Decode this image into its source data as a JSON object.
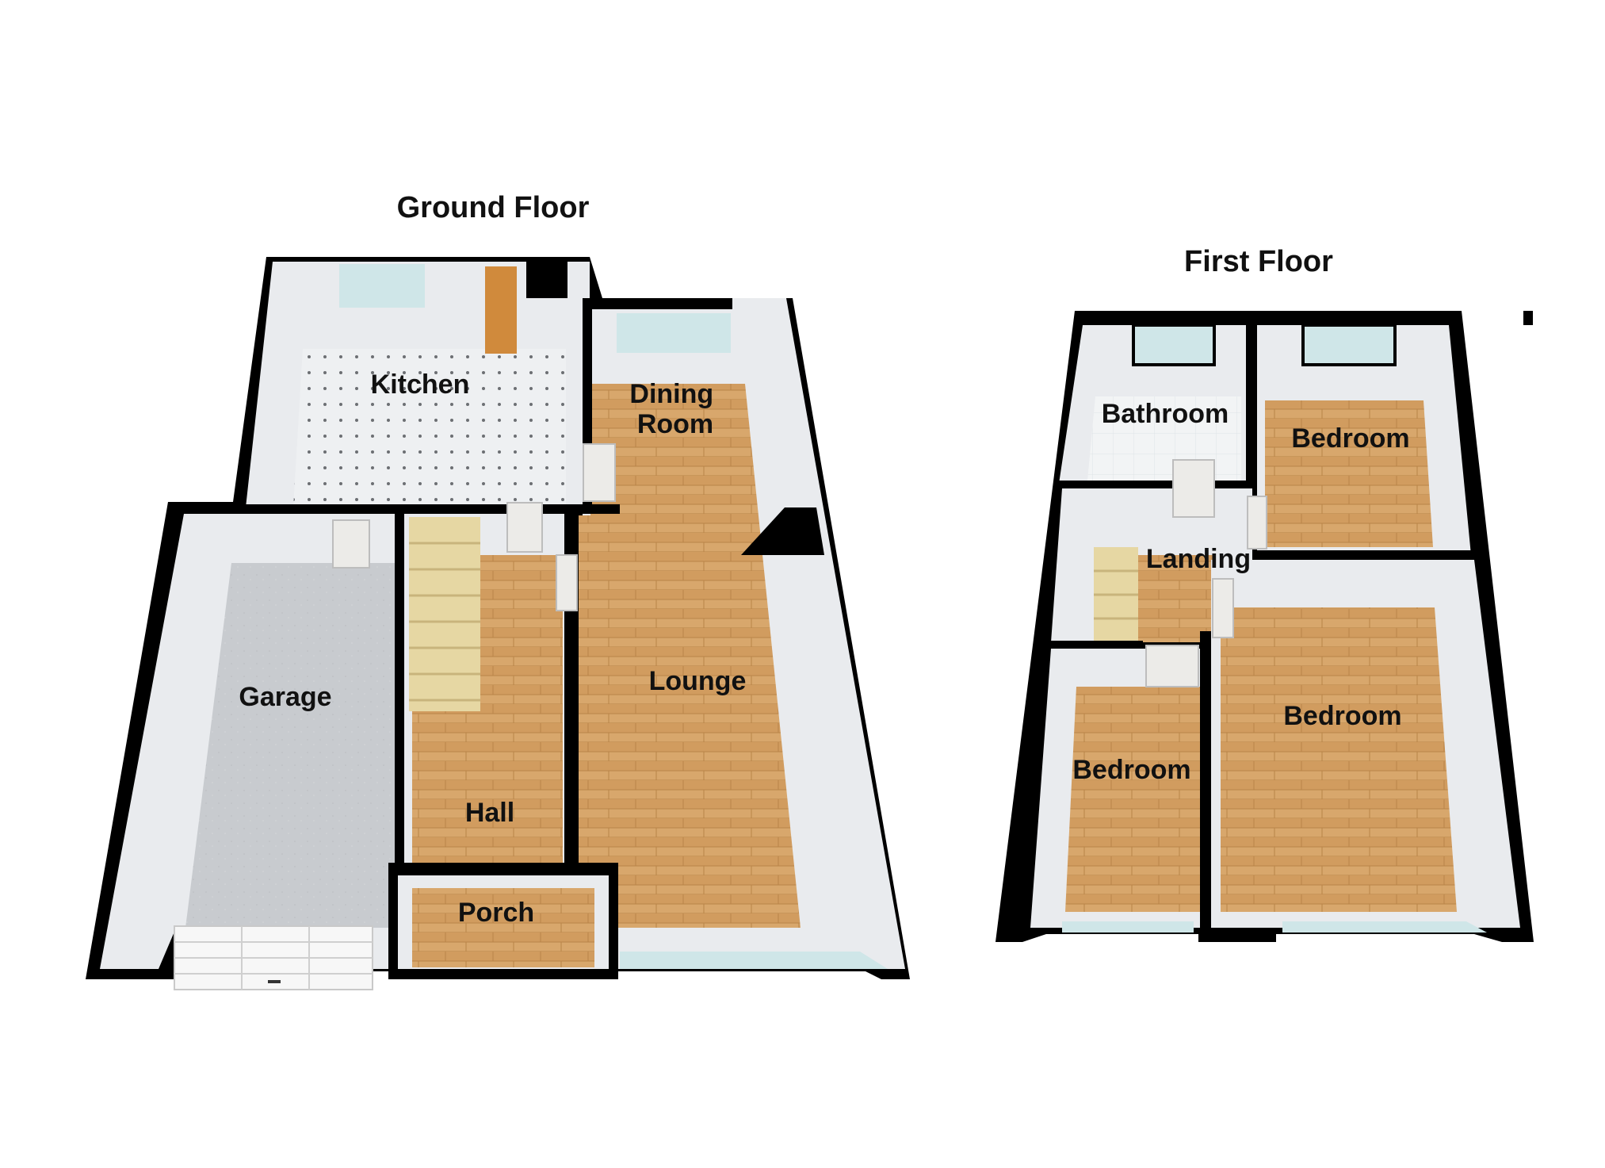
{
  "floors": [
    {
      "title": "Ground Floor",
      "rooms": [
        {
          "name": "Kitchen",
          "floor": "vinyl"
        },
        {
          "name": "Dining\nRoom",
          "floor": "wood"
        },
        {
          "name": "Lounge",
          "floor": "wood"
        },
        {
          "name": "Garage",
          "floor": "concrete"
        },
        {
          "name": "Hall",
          "floor": "wood"
        },
        {
          "name": "Porch",
          "floor": "wood"
        }
      ]
    },
    {
      "title": "First Floor",
      "rooms": [
        {
          "name": "Bathroom",
          "floor": "tile"
        },
        {
          "name": "Bedroom",
          "floor": "wood"
        },
        {
          "name": "Landing",
          "floor": "wood"
        },
        {
          "name": "Bedroom",
          "floor": "wood"
        },
        {
          "name": "Bedroom",
          "floor": "wood"
        }
      ]
    }
  ],
  "colors": {
    "wall": "#000000",
    "inner_wall": "#e9ebee",
    "wood": "#d7a56a",
    "wood_dark": "#c48d55",
    "vinyl": "#eef0f2",
    "tile": "#f1f3f4",
    "concrete": "#c9ccd0",
    "stairs": "#e6d7a3",
    "window": "#cfe6e8",
    "door": "#d08a3c"
  }
}
